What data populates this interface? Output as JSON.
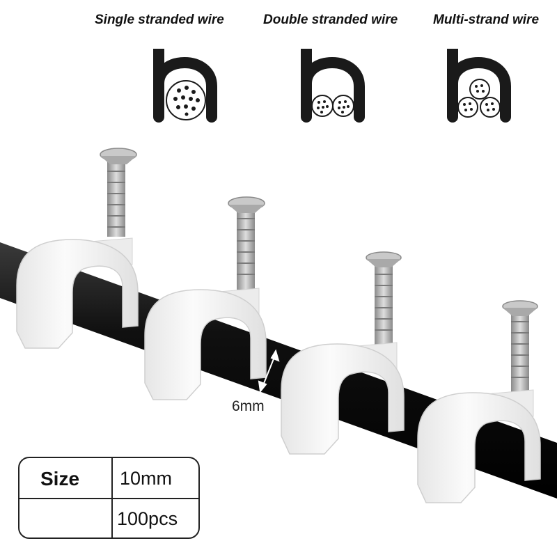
{
  "wire_types": [
    {
      "label": "Single stranded wire",
      "icon": "single-stranded-wire-icon"
    },
    {
      "label": "Double stranded wire",
      "icon": "double-stranded-wire-icon"
    },
    {
      "label": "Multi-strand wire",
      "icon": "multi-strand-wire-icon"
    }
  ],
  "dimension_label": "6mm",
  "spec_table": {
    "size_key": "Size",
    "size_value": "10mm",
    "quantity_value": "100pcs"
  },
  "colors": {
    "clip": "#f2f2f2",
    "cable": "#111111",
    "nail": "#b9b9b9",
    "icon": "#1a1a1a"
  }
}
